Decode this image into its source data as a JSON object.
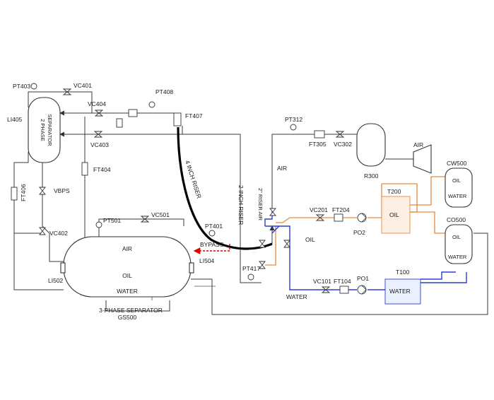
{
  "labels": {
    "pt403": "PT403",
    "vc401": "VC401",
    "pt408": "PT408",
    "li405": "LI405",
    "vc404": "VC404",
    "ft407": "FT407",
    "sep2_line1": "2 PHASE",
    "sep2_line2": "SEPARATOR",
    "vc403": "VC403",
    "ft404": "FT404",
    "ft406": "FT406",
    "vbps": "VBPS",
    "vc402": "VC402",
    "pt501": "PT501",
    "vc501": "VC501",
    "air_sep": "AIR",
    "oil_sep": "OIL",
    "water_sep": "WATER",
    "li504": "LI504",
    "li502": "LI502",
    "sep3_line1": "3-PHASE SEPARATOR",
    "sep3_line2": "GS500",
    "riser4": "4 INCH RISER",
    "riser2": "2 INCH RISER",
    "riser_air": "2\" RISER AIR",
    "pt401": "PT401",
    "bypass": "BYPASS",
    "pt417": "PT417",
    "pt312": "PT312",
    "ft305": "FT305",
    "vc302": "VC302",
    "r300": "R300",
    "air_comp": "AIR",
    "air_line": "AIR",
    "vc201": "VC201",
    "ft204": "FT204",
    "oil_line": "OIL",
    "po2": "PO2",
    "t200": "T200",
    "oil_t200": "OIL",
    "vc101": "VC101",
    "ft104": "FT104",
    "po1": "PO1",
    "water_line": "WATER",
    "t100": "T100",
    "water_t100": "WATER",
    "cw500": "CW500",
    "cw_oil": "OIL",
    "cw_water": "WATER",
    "co500": "CO500",
    "co_oil": "OIL",
    "co_water": "WATER"
  },
  "colors": {
    "oil": "#e8893a",
    "water": "#2d3ed6",
    "bypass": "#e00000",
    "riser": "#000000"
  }
}
